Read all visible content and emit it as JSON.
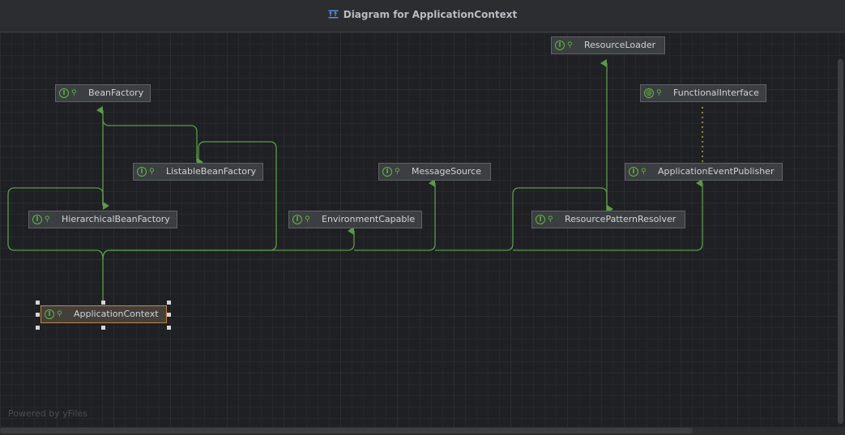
{
  "window": {
    "title": "Diagram for ApplicationContext"
  },
  "nodes": [
    {
      "id": "beanfactory",
      "label": "BeanFactory",
      "kind": "I"
    },
    {
      "id": "listablebeanfactory",
      "label": "ListableBeanFactory",
      "kind": "I"
    },
    {
      "id": "hierarchicalbeanfactory",
      "label": "HierarchicalBeanFactory",
      "kind": "I"
    },
    {
      "id": "environmentcapable",
      "label": "EnvironmentCapable",
      "kind": "I"
    },
    {
      "id": "messagesource",
      "label": "MessageSource",
      "kind": "I"
    },
    {
      "id": "resourceloader",
      "label": "ResourceLoader",
      "kind": "I"
    },
    {
      "id": "resourcepatternresolver",
      "label": "ResourcePatternResolver",
      "kind": "I"
    },
    {
      "id": "functionalinterface",
      "label": "FunctionalInterface",
      "kind": "@"
    },
    {
      "id": "applicationeventpublisher",
      "label": "ApplicationEventPublisher",
      "kind": "I"
    },
    {
      "id": "applicationcontext",
      "label": "ApplicationContext",
      "kind": "I"
    }
  ],
  "watermark": "Powered by yFiles",
  "colors": {
    "edge": "#5a9a4a",
    "annotation_edge": "#a7a83a",
    "selected_border": "#c0843f"
  }
}
